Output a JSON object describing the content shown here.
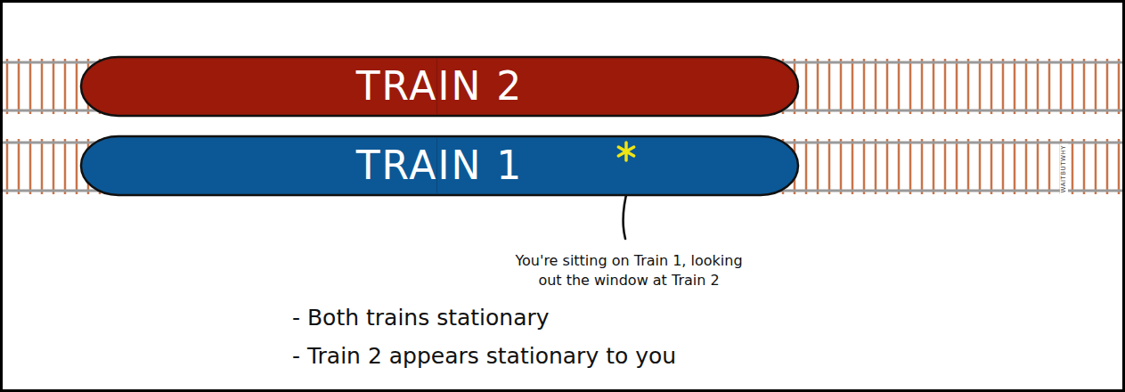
{
  "diagram": {
    "nodes": [
      {
        "text": [
          "TRAIN 2"
        ]
      },
      {
        "text": [
          "TRAIN 1"
        ]
      }
    ],
    "edges": [],
    "labels": [
      "You're sitting on Train 1, looking out the window at Train 2",
      "- Both trains stationary",
      "- Train 2 appears stationary to you",
      "WAITBUTWHY"
    ]
  }
}
